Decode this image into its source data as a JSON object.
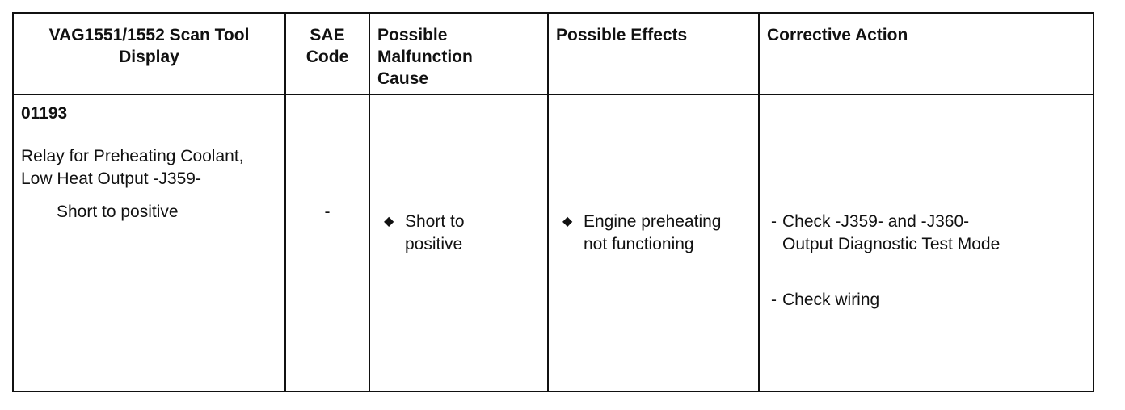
{
  "headers": {
    "display": [
      "VAG1551/1552 Scan Tool",
      "Display"
    ],
    "sae": [
      "SAE",
      "Code"
    ],
    "cause": [
      "Possible",
      "Malfunction",
      "Cause"
    ],
    "effects": "Possible Effects",
    "action": "Corrective Action"
  },
  "row": {
    "code": "01193",
    "description": [
      "Relay for Preheating Coolant,",
      "Low Heat Output -J359-"
    ],
    "condition": "Short to positive",
    "sae_code": "-",
    "cause": [
      "Short to",
      "positive"
    ],
    "effects": [
      "Engine preheating",
      "not functioning"
    ],
    "actions": [
      {
        "dash": "-",
        "lines": [
          "Check -J359- and -J360-",
          "Output Diagnostic Test  Mode"
        ]
      },
      {
        "dash": "-",
        "lines": [
          "Check wiring"
        ]
      }
    ],
    "bullet": "◆"
  }
}
